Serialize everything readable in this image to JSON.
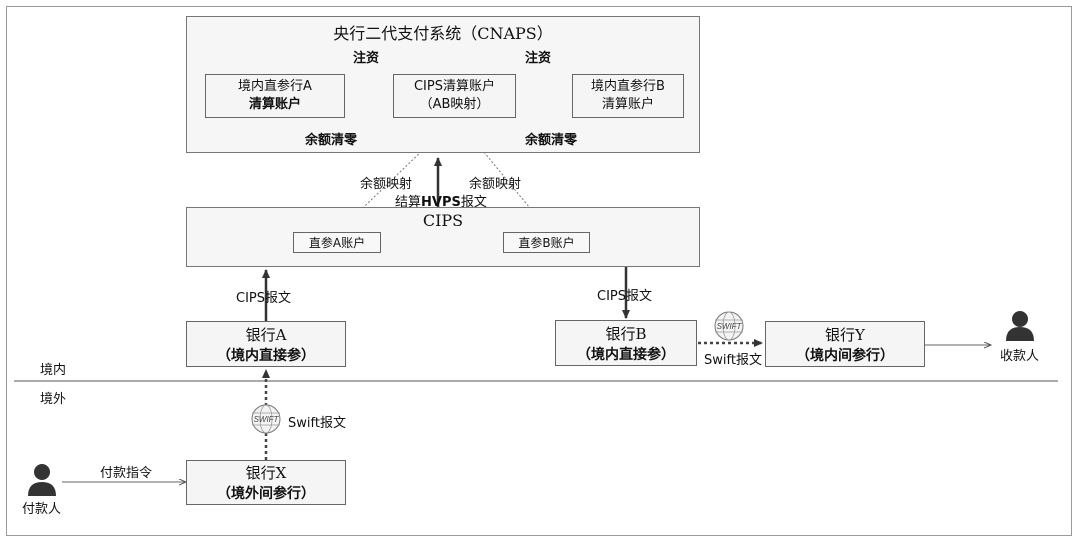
{
  "cnaps": {
    "title": "央行二代支付系统（CNAPS）",
    "account_a": [
      "境内直参行A",
      "清算账户"
    ],
    "account_mid": [
      "CIPS清算账户",
      "（AB映射）"
    ],
    "account_b": [
      "境内直参行B",
      "清算账户"
    ],
    "inject_left": "注资",
    "inject_right": "注资",
    "clear_left": "余额清零",
    "clear_right": "余额清零"
  },
  "middle_labels": {
    "map_left": "余额映射",
    "map_right": "余额映射",
    "settle_prefix": "结算",
    "settle_hvps": "HVPS",
    "settle_suffix": "报文"
  },
  "cips": {
    "title": "CIPS",
    "account_a": "直参A账户",
    "account_b": "直参B账户"
  },
  "banks": {
    "bank_a": {
      "name": "银行A",
      "sub": "（境内直接参）"
    },
    "bank_b": {
      "name": "银行B",
      "sub": "（境内直接参）"
    },
    "bank_y": {
      "name": "银行Y",
      "sub": "（境内间参行）"
    },
    "bank_x": {
      "name": "银行X",
      "sub": "（境外间参行）"
    }
  },
  "messages": {
    "cips_left": "CIPS报文",
    "cips_right": "CIPS报文",
    "swift_right": "Swift报文",
    "swift_left": "Swift报文",
    "payment_order": "付款指令",
    "swift_logo": "SWIFT"
  },
  "regions": {
    "domestic": "境内",
    "overseas": "境外"
  },
  "people": {
    "payee": "收款人",
    "payer": "付款人"
  }
}
